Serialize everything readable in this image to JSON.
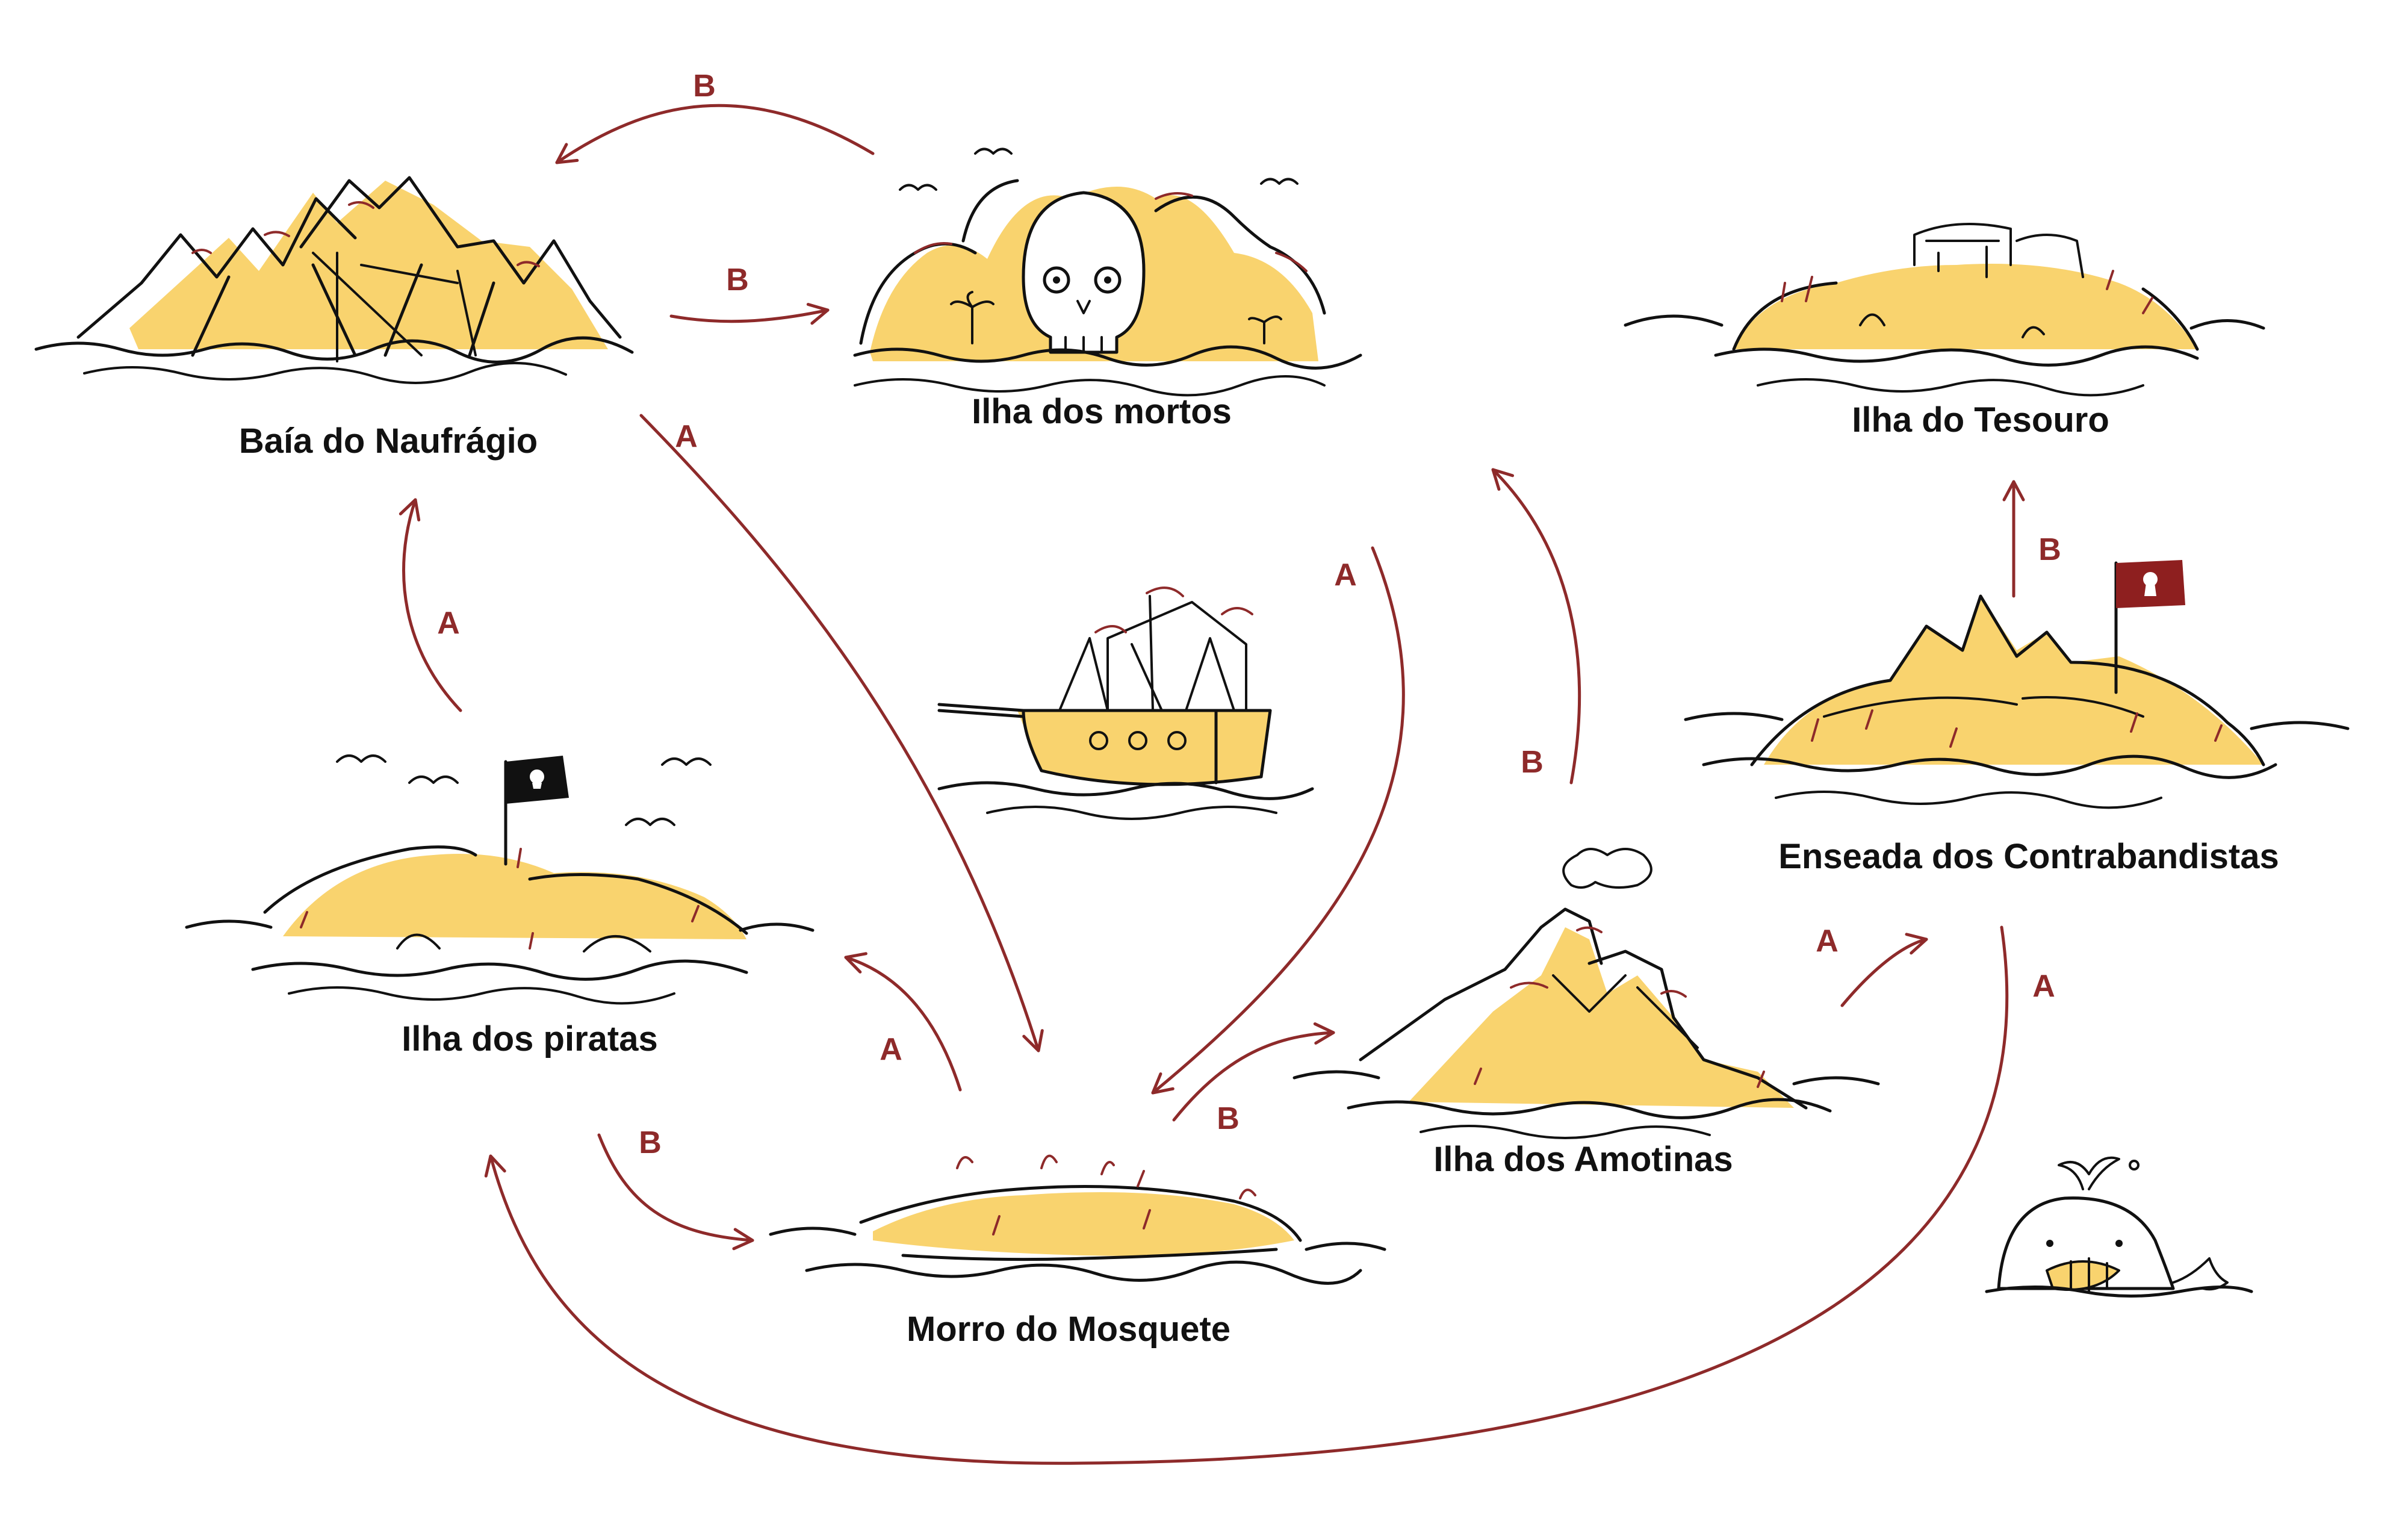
{
  "colors": {
    "sand": "#F9D36E",
    "edge": "#8E2A2A",
    "ink": "#111111",
    "flag_black": "#111111",
    "flag_red": "#8E1F1F"
  },
  "islands": {
    "baia_naufragio": {
      "label": "Baía do Naufrágio",
      "icon": "shipwreck-mountains"
    },
    "ilha_mortos": {
      "label": "Ilha dos mortos",
      "icon": "skull-island"
    },
    "ilha_tesouro": {
      "label": "Ilha do Tesouro",
      "icon": "treasure-chest-island"
    },
    "ilha_piratas": {
      "label": "Ilha dos piratas",
      "icon": "pirate-flag-island"
    },
    "enseada_contrabandistas": {
      "label": "Enseada dos Contrabandistas",
      "icon": "keyhole-flag-island"
    },
    "ilha_amotinas": {
      "label": "Ilha dos Amotinas",
      "icon": "volcano-island"
    },
    "morro_mosquete": {
      "label": "Morro do Mosquete",
      "icon": "grass-island"
    }
  },
  "decorations": [
    "pirate-ship-icon",
    "whale-icon"
  ],
  "edges": [
    {
      "id": "mortos-to-baia",
      "from": "Ilha dos mortos",
      "to": "Baía do Naufrágio",
      "label": "B"
    },
    {
      "id": "baia-to-mortos",
      "from": "Baía do Naufrágio",
      "to": "Ilha dos mortos",
      "label": "B"
    },
    {
      "id": "baia-to-morro",
      "from": "Baía do Naufrágio",
      "to": "Morro do Mosquete",
      "label": "A"
    },
    {
      "id": "piratas-to-baia",
      "from": "Ilha dos piratas",
      "to": "Baía do Naufrágio",
      "label": "A"
    },
    {
      "id": "mortos-to-morro",
      "from": "Ilha dos mortos",
      "to": "Morro do Mosquete",
      "label": "A"
    },
    {
      "id": "amotinas-to-mortos",
      "from": "Ilha dos Amotinas",
      "to": "Ilha dos mortos",
      "label": "B"
    },
    {
      "id": "enseada-to-tesouro",
      "from": "Enseada dos Contrabandistas",
      "to": "Ilha do Tesouro",
      "label": "B"
    },
    {
      "id": "morro-to-piratas",
      "from": "Morro do Mosquete",
      "to": "Ilha dos piratas",
      "label": "A"
    },
    {
      "id": "piratas-to-morro",
      "from": "Ilha dos piratas",
      "to": "Morro do Mosquete",
      "label": "B"
    },
    {
      "id": "morro-to-amotinas",
      "from": "Morro do Mosquete",
      "to": "Ilha dos Amotinas",
      "label": "B"
    },
    {
      "id": "amotinas-to-enseada",
      "from": "Ilha dos Amotinas",
      "to": "Enseada dos Contrabandistas",
      "label": "A"
    },
    {
      "id": "enseada-to-piratas",
      "from": "Enseada dos Contrabandistas",
      "to": "Ilha dos piratas",
      "label": "A"
    }
  ]
}
